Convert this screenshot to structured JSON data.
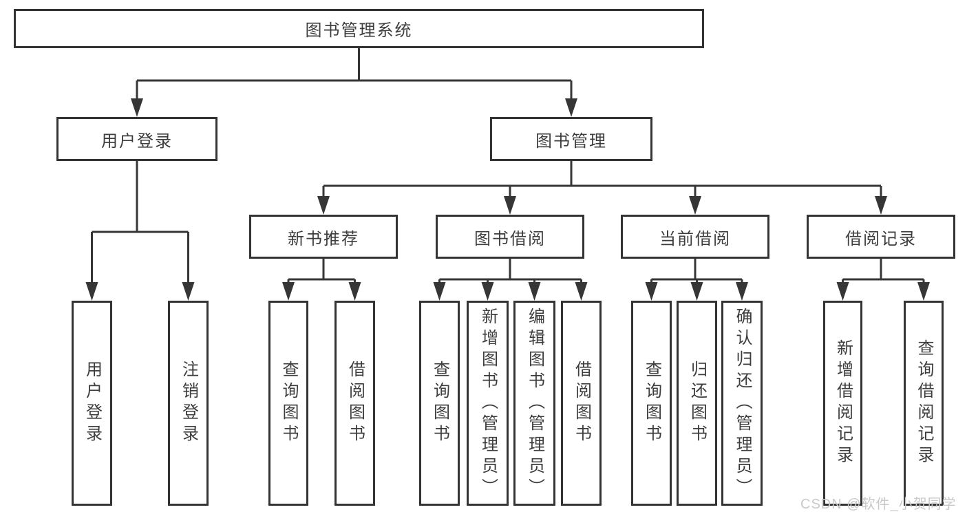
{
  "nodes": {
    "root": "图书管理系统",
    "user_login": "用户登录",
    "book_mgmt": "图书管理",
    "new_book_rec": "新书推荐",
    "book_borrow": "图书借阅",
    "current_borrow": "当前借阅",
    "borrow_records": "借阅记录",
    "ul_user_login": "用户登录",
    "ul_logout": "注销登录",
    "nb_query_book": "查询图书",
    "nb_borrow_book": "借阅图书",
    "bb_query_book": "查询图书",
    "bb_add_book": "新增图书（管理员）",
    "bb_edit_book": "编辑图书（管理员）",
    "bb_borrow_book": "借阅图书",
    "cb_query_book": "查询图书",
    "cb_return_book": "归还图书",
    "cb_confirm_return": "确认归还（管理员）",
    "br_add_record": "新增借阅记录",
    "br_query_record": "查询借阅记录"
  },
  "hierarchy": {
    "图书管理系统": {
      "用户登录": [
        "用户登录",
        "注销登录"
      ],
      "图书管理": {
        "新书推荐": [
          "查询图书",
          "借阅图书"
        ],
        "图书借阅": [
          "查询图书",
          "新增图书（管理员）",
          "编辑图书（管理员）",
          "借阅图书"
        ],
        "当前借阅": [
          "查询图书",
          "归还图书",
          "确认归还（管理员）"
        ],
        "借阅记录": [
          "新增借阅记录",
          "查询借阅记录"
        ]
      }
    }
  },
  "watermark": "CSDN @软件_小贺同学",
  "colors": {
    "line": "#363636",
    "box_border": "#333333",
    "text": "#3d3d3d",
    "background": "#ffffff",
    "watermark": "#c9c9c9"
  }
}
